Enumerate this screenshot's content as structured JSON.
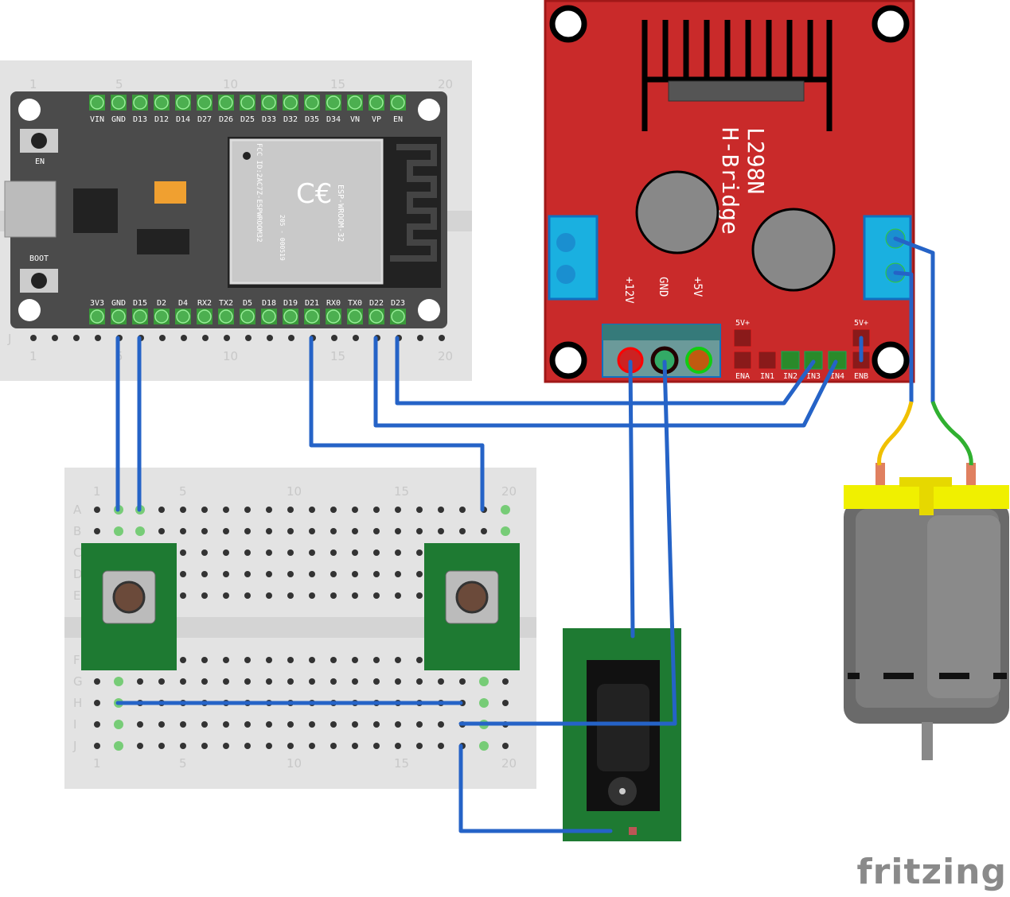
{
  "esp32": {
    "top_pins": [
      "VIN",
      "GND",
      "D13",
      "D12",
      "D14",
      "D27",
      "D26",
      "D25",
      "D33",
      "D32",
      "D35",
      "D34",
      "VN",
      "VP",
      "EN"
    ],
    "bottom_pins": [
      "3V3",
      "GND",
      "D15",
      "D2",
      "D4",
      "RX2",
      "TX2",
      "D5",
      "D18",
      "D19",
      "D21",
      "RX0",
      "TX0",
      "D22",
      "D23"
    ],
    "button_en": "EN",
    "button_boot": "BOOT",
    "module_name": "ESP-WROOM-32",
    "module_fcc": "FCC ID:2AC7Z-ESPWROOM32",
    "module_cert": "205 - 000519"
  },
  "breadboard_columns": [
    "1",
    "5",
    "10",
    "15",
    "20"
  ],
  "breadboard_rows_top": [
    "A",
    "B",
    "C",
    "D",
    "E"
  ],
  "breadboard_rows_bottom": [
    "F",
    "G",
    "H",
    "I",
    "J"
  ],
  "esp_breadboard_row": "J",
  "l298n": {
    "title": "L298N",
    "subtitle": "H-Bridge",
    "power_labels": [
      "+12V",
      "GND",
      "+5V"
    ],
    "logic_labels": [
      "ENA",
      "IN1",
      "IN2",
      "IN3",
      "IN4",
      "ENB"
    ],
    "jumper_label": "5V+",
    "board_color": "#c92a2a"
  },
  "wire_color": "#2563c7",
  "logo": "fritzing"
}
